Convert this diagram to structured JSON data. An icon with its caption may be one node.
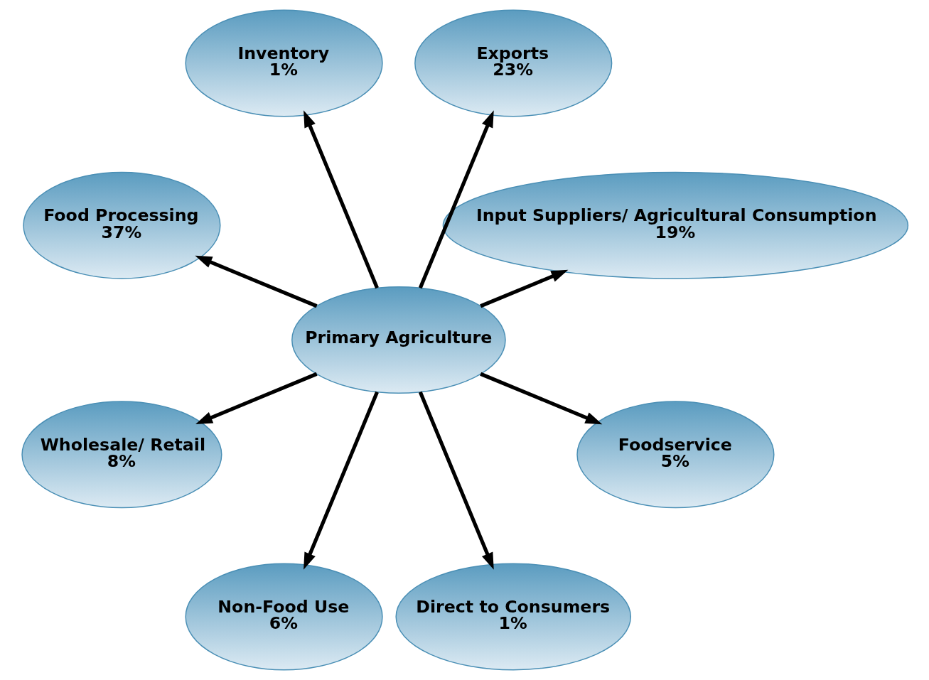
{
  "diagram": {
    "nodes": [
      {
        "text": [
          "Input Suppliers/ Agricultural Consumption",
          "19%"
        ]
      },
      {
        "text": [
          "Exports",
          "23%"
        ]
      },
      {
        "text": [
          "Inventory",
          "1%"
        ]
      },
      {
        "text": [
          "Food Processing",
          "37%"
        ]
      },
      {
        "text": [
          "Primary Agriculture"
        ]
      },
      {
        "text": [
          "Wholesale/ Retail",
          "8%"
        ]
      },
      {
        "text": [
          "Non-Food Use",
          "6%"
        ]
      },
      {
        "text": [
          "Direct to Consumers",
          "1%"
        ]
      },
      {
        "text": [
          "Foodservice",
          "5%"
        ]
      }
    ],
    "edges": [
      {
        "from": 4,
        "to": 0,
        "arrow": "to"
      },
      {
        "from": 4,
        "to": 2,
        "arrow": "to"
      },
      {
        "from": 4,
        "to": 5,
        "arrow": "to"
      },
      {
        "from": 4,
        "to": 7,
        "arrow": "to"
      },
      {
        "from": 4,
        "to": 8,
        "arrow": "to"
      },
      {
        "from": 4,
        "to": 6,
        "arrow": "to"
      },
      {
        "from": 4,
        "to": 3,
        "arrow": "to"
      },
      {
        "from": 4,
        "to": 1,
        "arrow": "to"
      }
    ]
  }
}
